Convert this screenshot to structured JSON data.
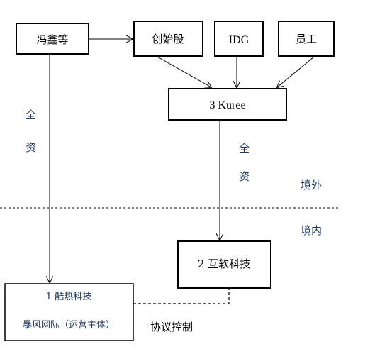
{
  "nodes": {
    "fengxin": "冯鑫等",
    "founder_shares": "创始股",
    "idg": "IDG",
    "employees": "员工",
    "kuree": "3 Kuree",
    "hurun": "2  互软科技",
    "kure_line1": "1  酷热科技",
    "kure_line2": "暴风网际（运营主体）"
  },
  "labels": {
    "full_ownership_left_1": "全",
    "full_ownership_left_2": "资",
    "full_ownership_right_1": "全",
    "full_ownership_right_2": "资",
    "offshore": "境外",
    "onshore": "境内",
    "agreement_control": "协议控制"
  },
  "colors": {
    "label_text": "#1f3864",
    "box_stroke": "#000000"
  }
}
